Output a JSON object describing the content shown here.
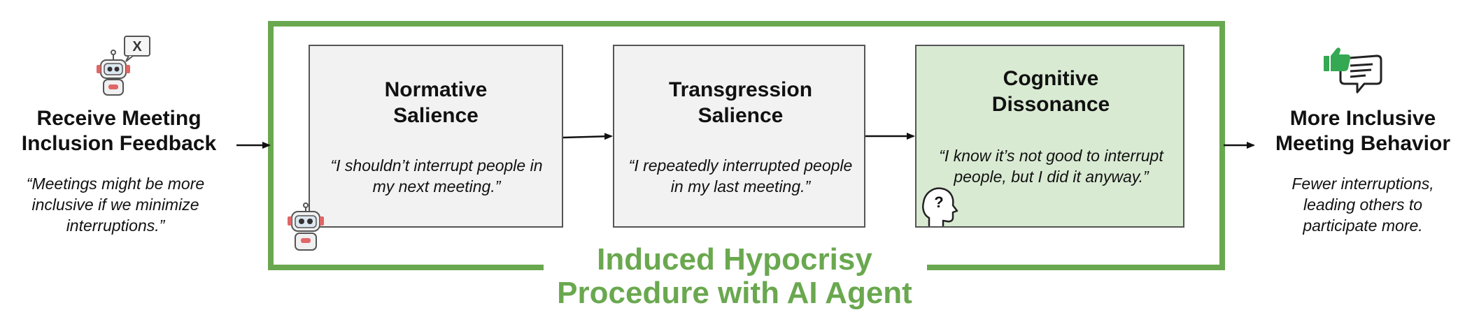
{
  "left": {
    "title_line1": "Receive Meeting",
    "title_line2": "Inclusion Feedback",
    "quote": "“Meetings might be more inclusive if we minimize interruptions.”"
  },
  "boxes": [
    {
      "title": "Normative Salience",
      "quote": "“I shouldn’t interrupt people in my next meeting.”"
    },
    {
      "title": "Transgression Salience",
      "quote": "“I repeatedly interrupted people in my last meeting.”"
    },
    {
      "title": "Cognitive Dissonance",
      "quote": "“I know it’s not good to interrupt people, but I did it anyway.”"
    }
  ],
  "frame_title_line1": "Induced Hypocrisy",
  "frame_title_line2": "Procedure with AI Agent",
  "right": {
    "title_line1": "More Inclusive",
    "title_line2": "Meeting Behavior",
    "description": "Fewer interruptions, leading others to participate more."
  },
  "icons": {
    "robot_bubble_mark": "X",
    "head_mark": "?"
  },
  "colors": {
    "frame_green": "#6aa84f",
    "box_grey": "#f2f2f2",
    "box_green": "#d9ead3",
    "thumb_green": "#34a853"
  }
}
